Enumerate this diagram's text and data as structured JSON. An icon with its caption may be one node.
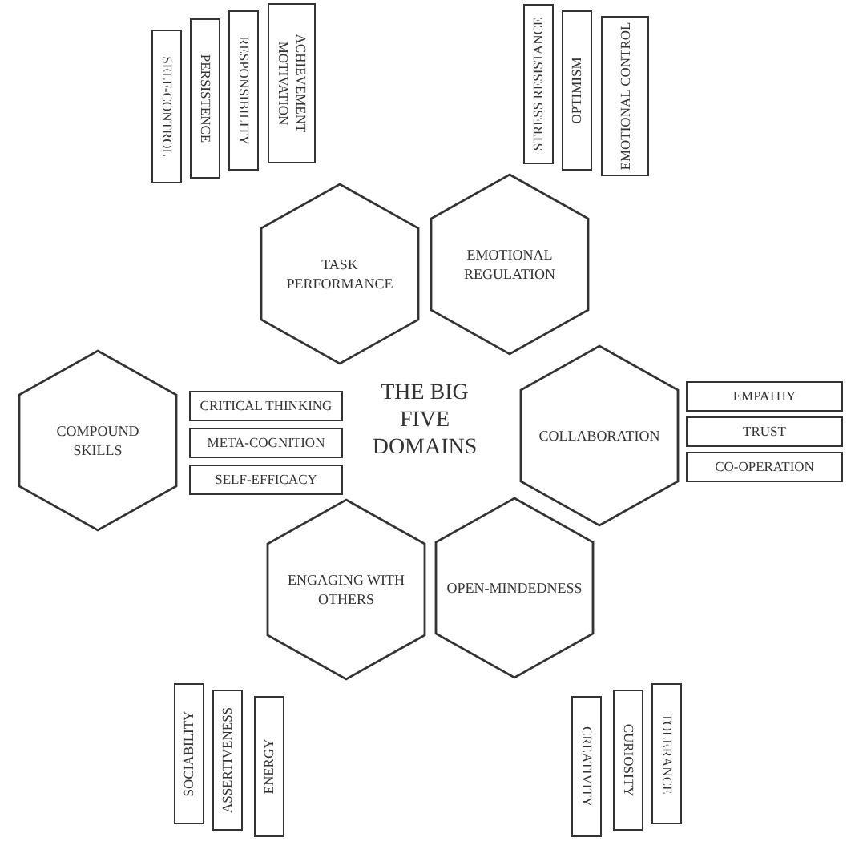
{
  "diagram": {
    "nodes": [
      {
        "text": [
          "SELF-CONTROL"
        ]
      },
      {
        "text": [
          "PERSISTENCE"
        ]
      },
      {
        "text": [
          "RESPONSIBILITY"
        ]
      },
      {
        "text": [
          "ACHIEVEMENT MOTIVATION"
        ]
      },
      {
        "text": [
          "STRESS RESISTANCE"
        ]
      },
      {
        "text": [
          "OPTIMISM"
        ]
      },
      {
        "text": [
          "EMOTIONAL CONTROL"
        ]
      },
      {
        "text": [
          "TASK PERFORMANCE"
        ]
      },
      {
        "text": [
          "EMOTIONAL REGULATION"
        ]
      },
      {
        "text": [
          "COMPOUND SKILLS"
        ]
      },
      {
        "text": [
          "CRITICAL THINKING"
        ]
      },
      {
        "text": [
          "META-COGNITION"
        ]
      },
      {
        "text": [
          "SELF-EFFICACY"
        ]
      },
      {
        "text": [
          "COLLABORATION"
        ]
      },
      {
        "text": [
          "EMPATHY"
        ]
      },
      {
        "text": [
          "TRUST"
        ]
      },
      {
        "text": [
          "CO-OPERATION"
        ]
      },
      {
        "text": [
          "ENGAGING WITH OTHERS"
        ]
      },
      {
        "text": [
          "OPEN-MINDEDNESS"
        ]
      },
      {
        "text": [
          "SOCIABILITY"
        ]
      },
      {
        "text": [
          "ASSERTIVENESS"
        ]
      },
      {
        "text": [
          "ENERGY"
        ]
      },
      {
        "text": [
          "TOLERANCE"
        ]
      },
      {
        "text": [
          "CURIOSITY"
        ]
      },
      {
        "text": [
          "CREATIVITY"
        ]
      }
    ],
    "labels": [
      "THE BIG FIVE DOMAINS"
    ]
  }
}
